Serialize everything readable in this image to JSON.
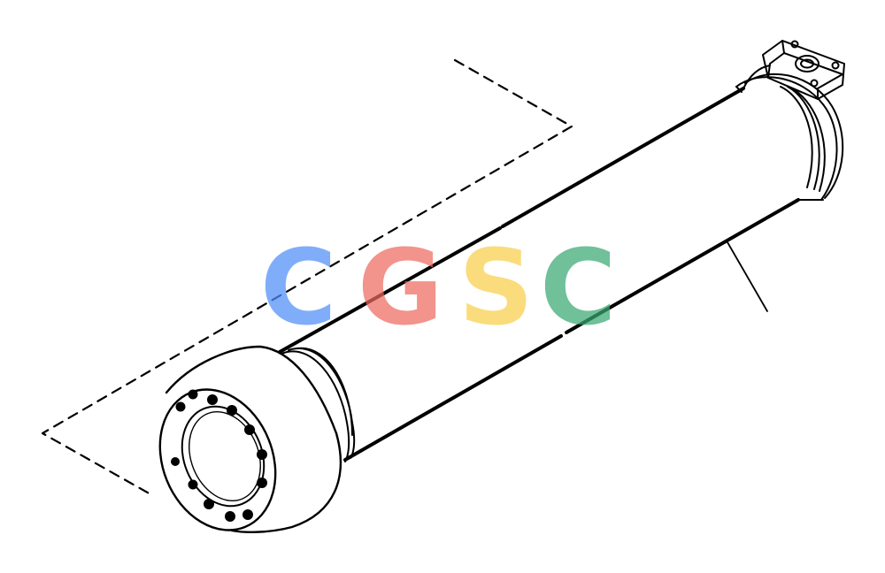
{
  "diagram": {
    "subject": "hydraulic-cylinder-tube",
    "line_color": "#000000",
    "background": "#ffffff"
  },
  "watermark": {
    "text": "CGSC",
    "letters": [
      "C",
      "G",
      "S",
      "C"
    ],
    "colors": [
      "#4f8ef7",
      "#ee6a60",
      "#f9cf4a",
      "#3aa873"
    ]
  }
}
